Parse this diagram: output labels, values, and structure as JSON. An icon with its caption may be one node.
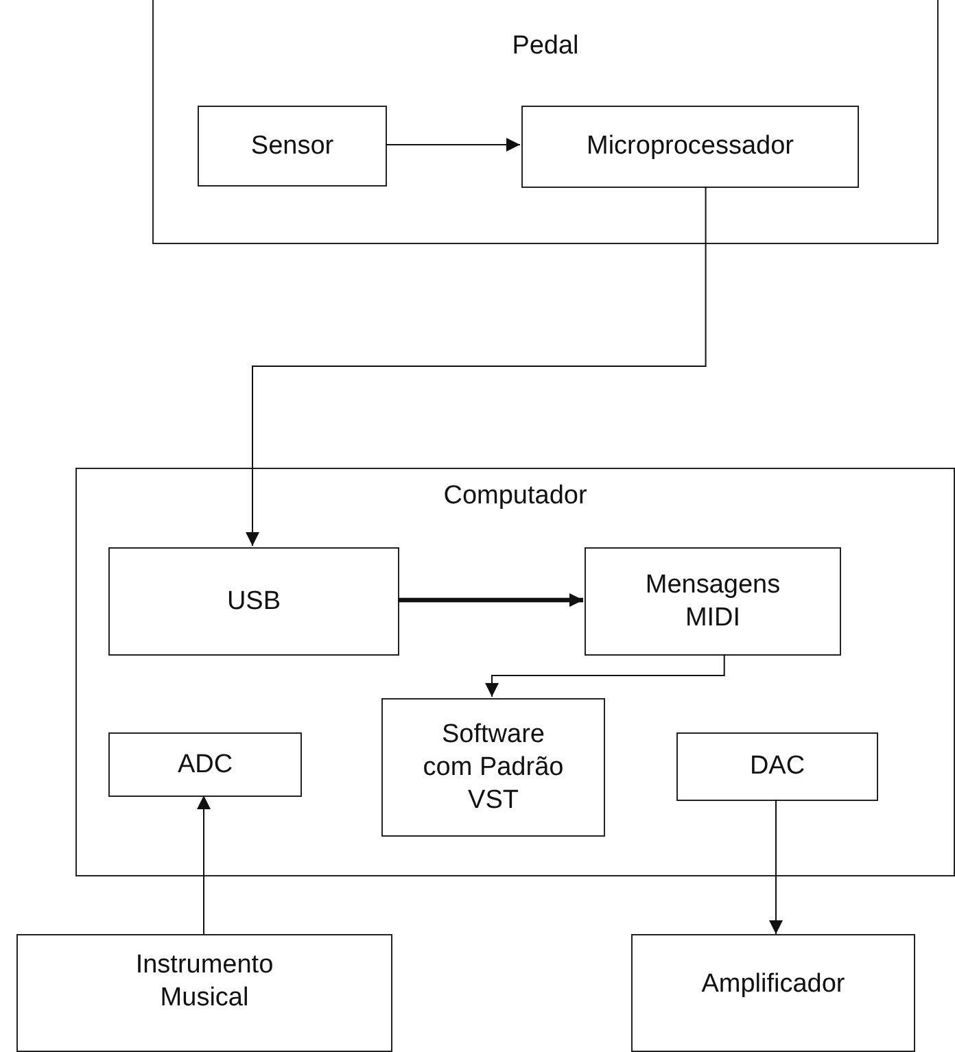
{
  "diagram": {
    "nodes": [
      {
        "text": [
          "Pedal"
        ]
      },
      {
        "text": [
          "Sensor"
        ],
        "in": 0
      },
      {
        "text": [
          "Microprocessador"
        ],
        "in": 0
      },
      {
        "text": [
          "Computador"
        ]
      },
      {
        "text": [
          "USB"
        ],
        "in": 3
      },
      {
        "text": [
          "Mensagens MIDI"
        ],
        "in": 3
      },
      {
        "text": [
          "Software com Padrão VST"
        ],
        "in": 3
      },
      {
        "text": [
          "ADC"
        ],
        "in": 3
      },
      {
        "text": [
          "DAC"
        ],
        "in": 3
      },
      {
        "text": [
          "Instrumento Musical"
        ]
      },
      {
        "text": [
          "Amplificador"
        ]
      }
    ],
    "edges": [
      {
        "from": 1,
        "to": 2,
        "arrow": "to"
      },
      {
        "from": 2,
        "to": 4,
        "arrow": "to"
      },
      {
        "from": 4,
        "to": 5,
        "arrow": "to",
        "style": "thick"
      },
      {
        "from": 5,
        "to": 6,
        "arrow": "to"
      },
      {
        "from": 9,
        "to": 7,
        "arrow": "to"
      },
      {
        "from": 8,
        "to": 10,
        "arrow": "to"
      }
    ]
  }
}
